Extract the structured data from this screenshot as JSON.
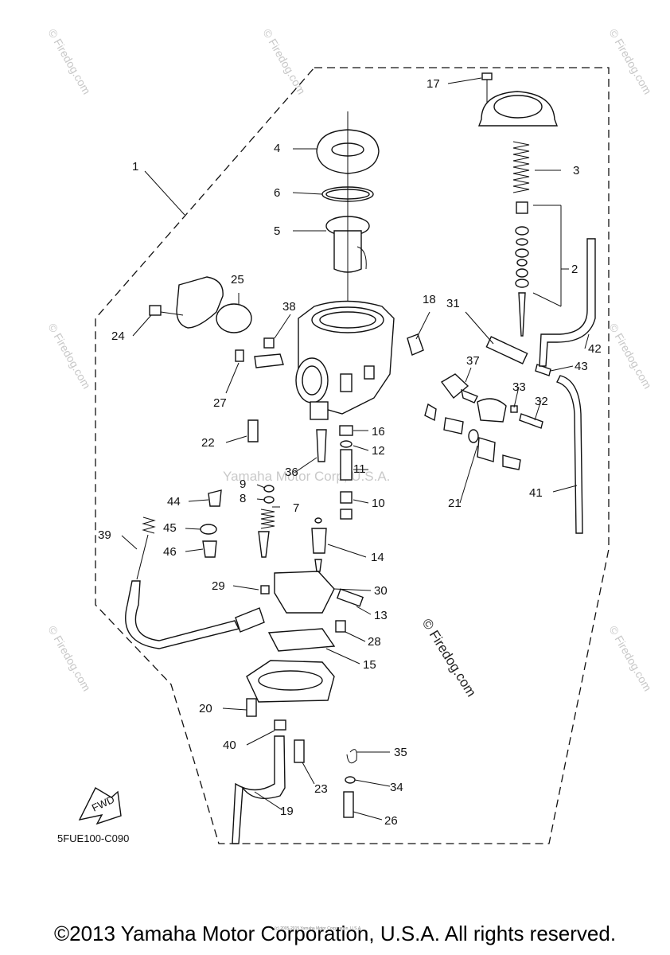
{
  "diagram": {
    "diagram_code": "5FUE100-C090",
    "fwd_label": "FWD",
    "watermark_center": "Yamaha Motor Corp, U.S.A.",
    "watermark_firedog": "© Firedog.com",
    "watermark_side": "© Firedog.com",
    "tiny_copyright": "(c) 2005-2015 Yamaha Motor Corporation, U.S.A.",
    "callouts": [
      "1",
      "2",
      "3",
      "4",
      "5",
      "6",
      "7",
      "8",
      "9",
      "10",
      "11",
      "12",
      "13",
      "14",
      "15",
      "16",
      "17",
      "18",
      "19",
      "20",
      "21",
      "22",
      "23",
      "24",
      "25",
      "26",
      "27",
      "28",
      "29",
      "30",
      "31",
      "32",
      "33",
      "34",
      "35",
      "36",
      "37",
      "38",
      "39",
      "40",
      "41",
      "42",
      "43",
      "44",
      "45",
      "46"
    ]
  },
  "footer": {
    "copyright": "©2013 Yamaha Motor Corporation, U.S.A. All rights reserved."
  }
}
